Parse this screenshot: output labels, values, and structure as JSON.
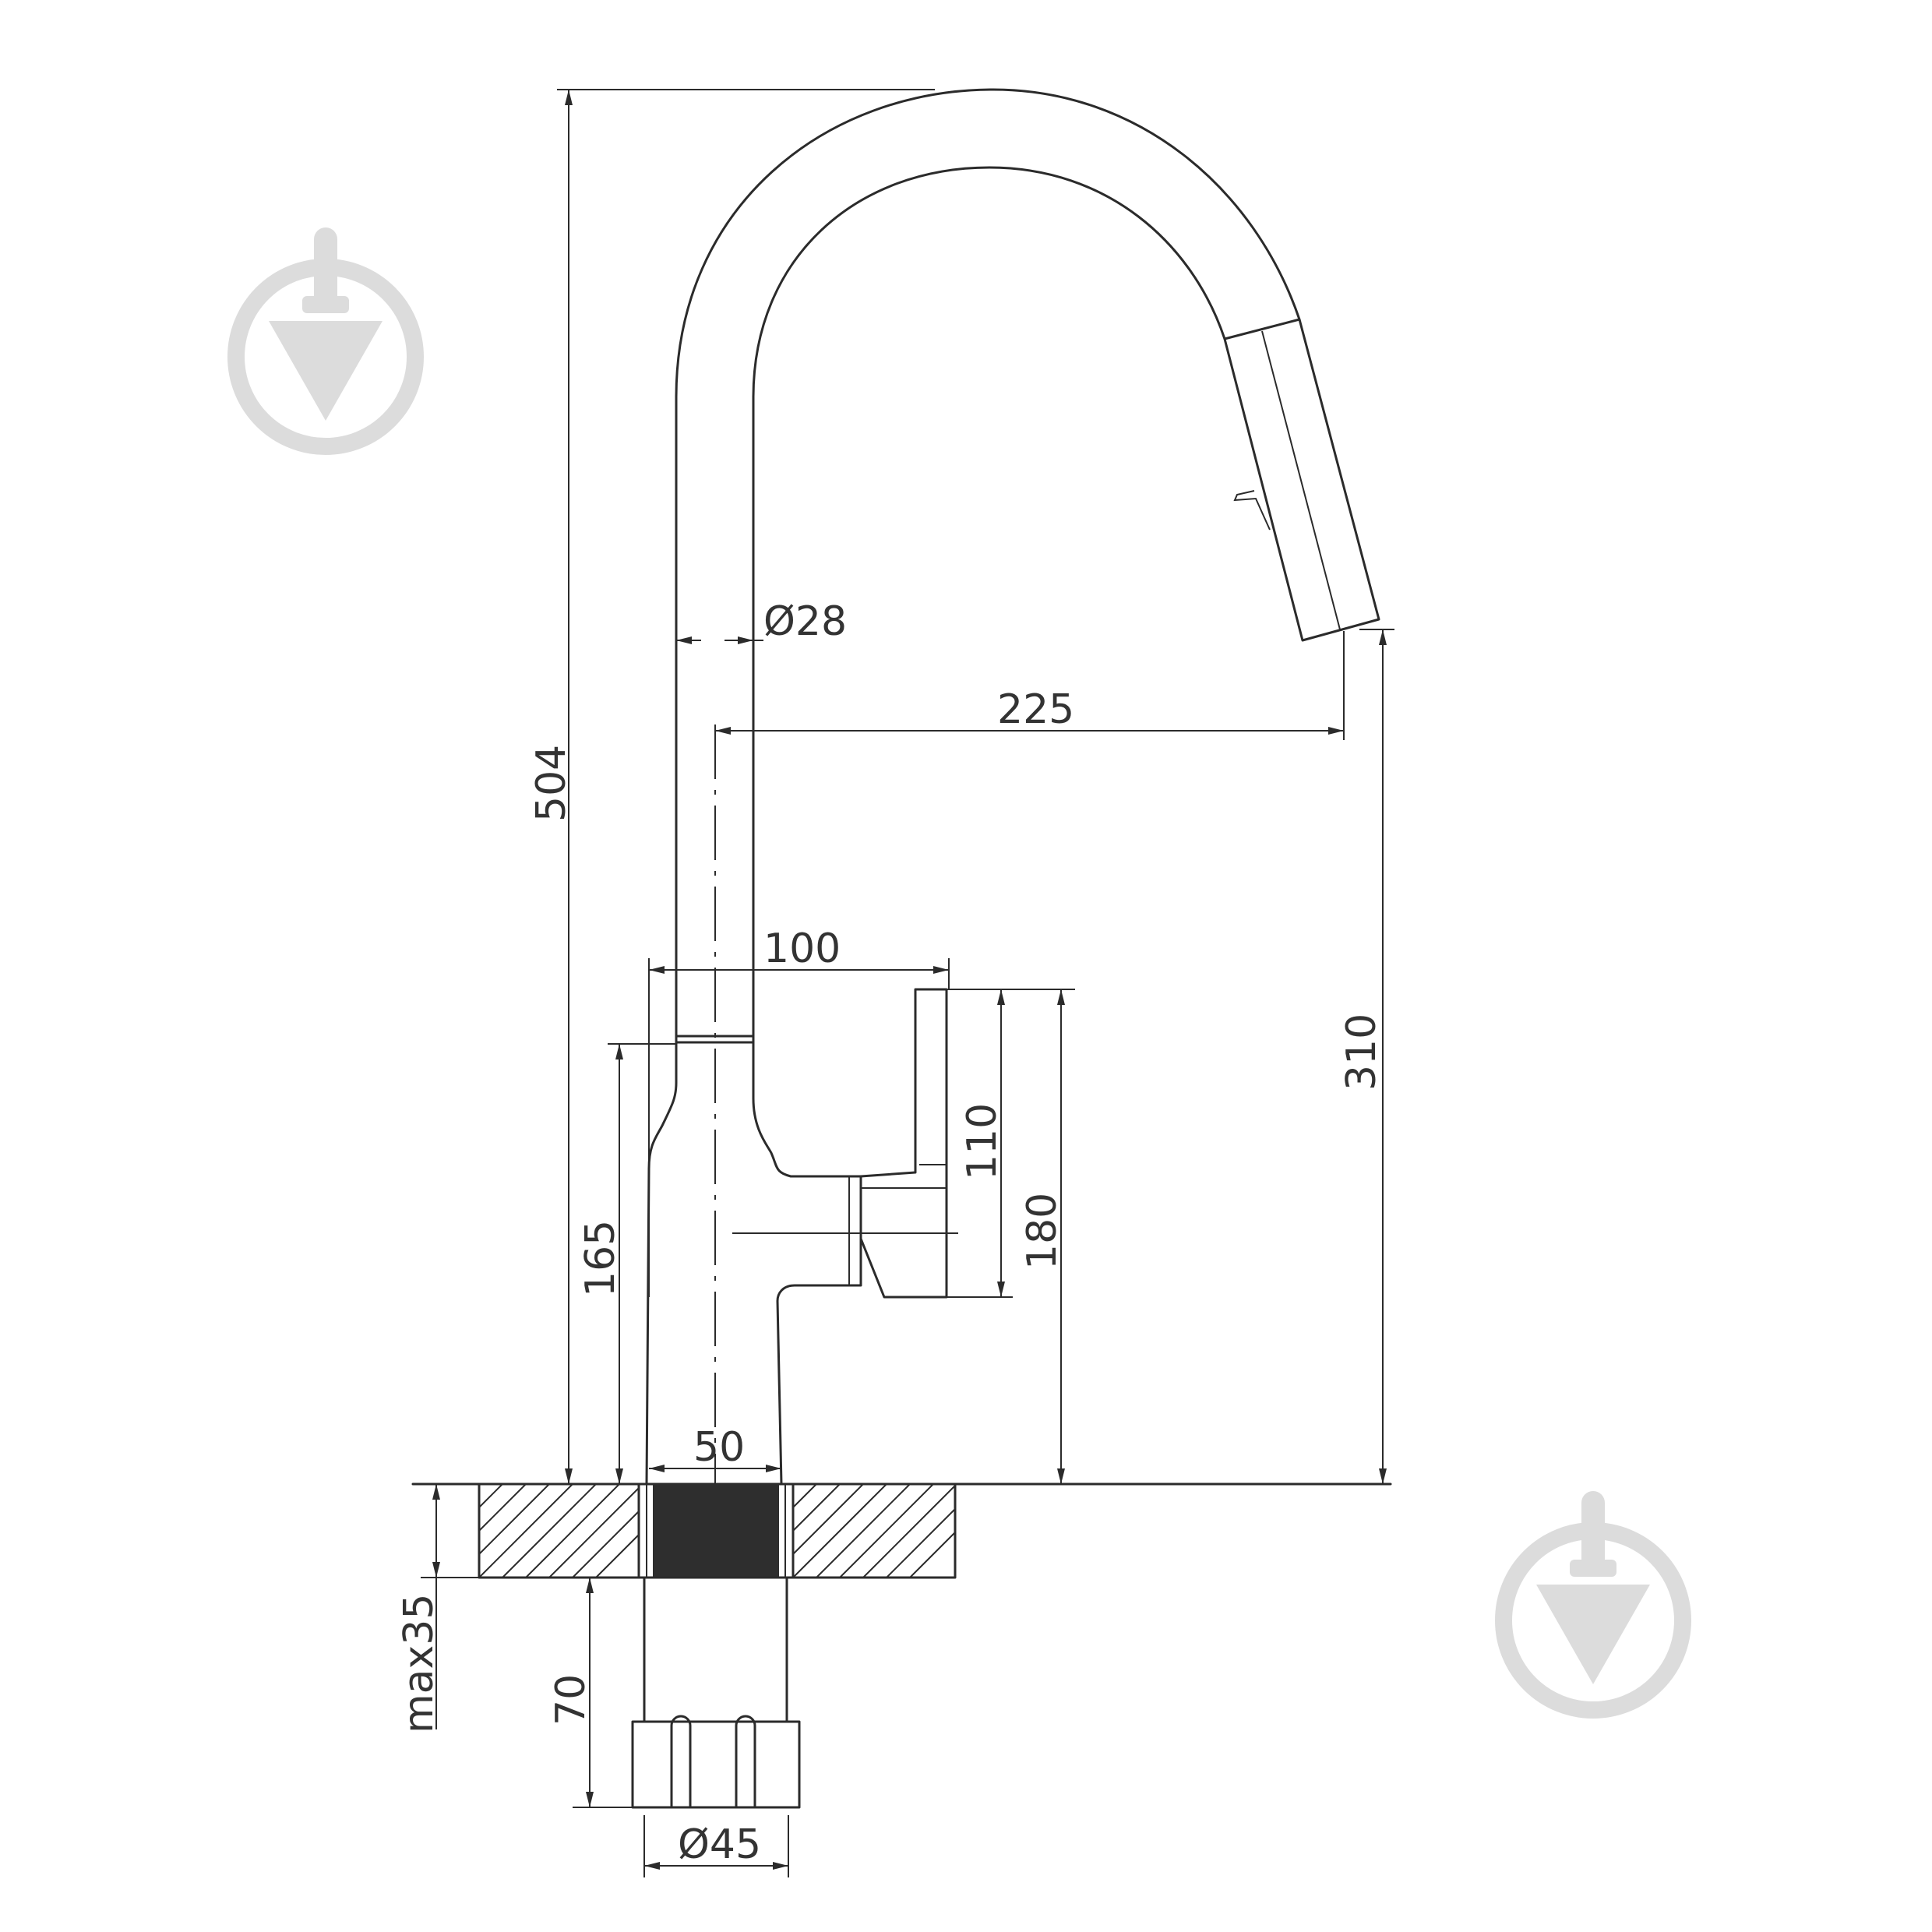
{
  "colors": {
    "line": "#2b2b2b",
    "text": "#333333",
    "watermark": "#dcdcdc",
    "insert": "#2e2e2e"
  },
  "watermark": {
    "icon": "water-drop-target-icon"
  },
  "dimensions": {
    "total_height": "504",
    "spout_diameter": "Ø28",
    "spout_reach": "225",
    "outlet_height": "310",
    "handle_offset": "100",
    "body_height": "165",
    "handle_height": "110",
    "handle_top_height": "180",
    "base_width": "50",
    "max_countertop": "max35",
    "shank_length": "70",
    "shank_diameter": "Ø45"
  }
}
